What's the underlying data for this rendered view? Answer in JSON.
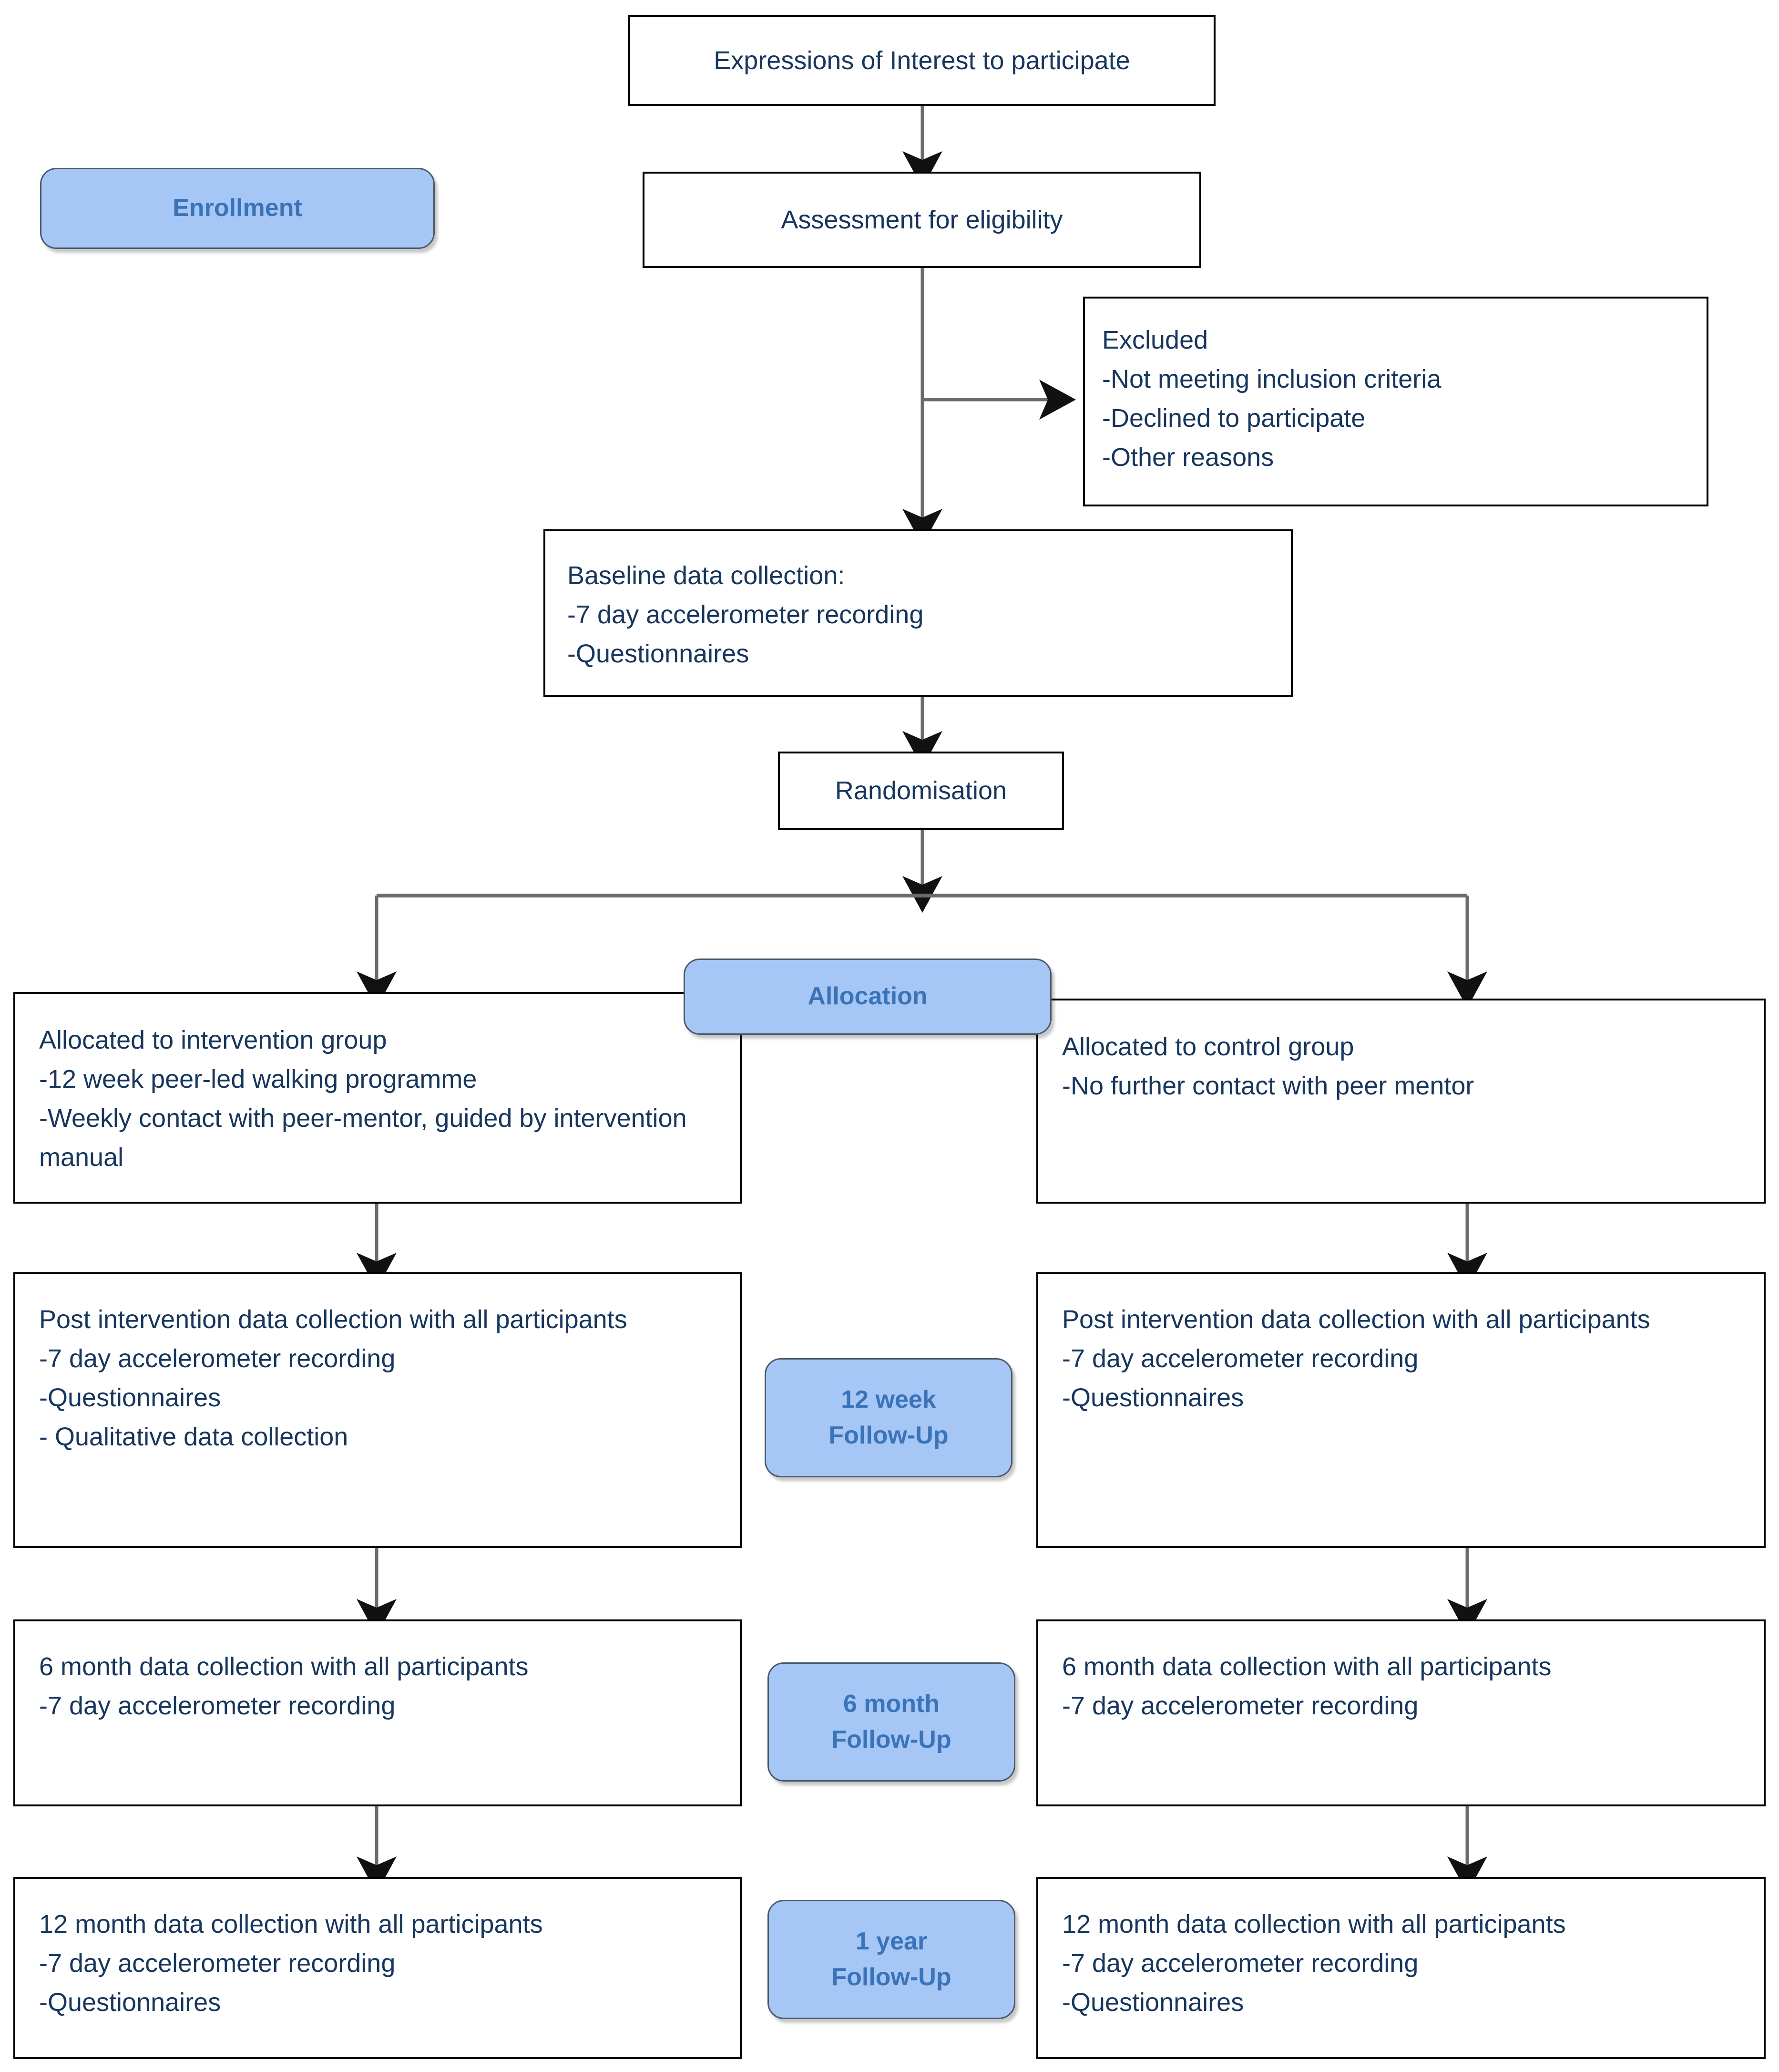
{
  "diagram": {
    "title": "CONSORT participant flow diagram",
    "colors": {
      "box_border": "#000000",
      "box_fill": "#ffffff",
      "text": "#17365d",
      "badge_fill": "#a6c6f5",
      "badge_text": "#3a73b8",
      "badge_border": "#4a5a6a",
      "connector": "#595959"
    }
  },
  "stages": {
    "enrollment": {
      "label": "Enrollment"
    },
    "allocation": {
      "label": "Allocation"
    },
    "followup_12week": {
      "line1": "12 week",
      "line2": "Follow-Up"
    },
    "followup_6month": {
      "line1": "6 month",
      "line2": "Follow-Up"
    },
    "followup_1year": {
      "line1": "1 year",
      "line2": "Follow-Up"
    }
  },
  "nodes": {
    "expressions_of_interest": {
      "lines": [
        "Expressions of Interest to participate"
      ]
    },
    "assessment_for_eligibility": {
      "lines": [
        "Assessment for eligibility"
      ]
    },
    "excluded": {
      "lines": [
        "Excluded",
        "-Not meeting inclusion criteria",
        "-Declined to participate",
        "-Other reasons"
      ]
    },
    "baseline_data_collection": {
      "lines": [
        "Baseline data collection:",
        "-7 day accelerometer recording",
        "-Questionnaires"
      ]
    },
    "randomisation": {
      "lines": [
        "Randomisation"
      ]
    },
    "intervention_allocated": {
      "lines": [
        "Allocated to intervention group",
        "-12 week peer-led walking programme",
        "-Weekly contact with peer-mentor, guided by intervention manual"
      ]
    },
    "control_allocated": {
      "lines": [
        "Allocated to control group",
        "-No further contact with peer mentor"
      ]
    },
    "intervention_post": {
      "lines": [
        "Post intervention data collection with all participants",
        "-7 day accelerometer recording",
        "-Questionnaires",
        "- Qualitative data collection"
      ]
    },
    "control_post": {
      "lines": [
        "Post intervention data collection with all participants",
        "-7 day accelerometer recording",
        "-Questionnaires"
      ]
    },
    "intervention_6month": {
      "lines": [
        "6 month data collection with all participants",
        "-7 day accelerometer recording"
      ]
    },
    "control_6month": {
      "lines": [
        "6 month data collection with all participants",
        "-7 day accelerometer recording"
      ]
    },
    "intervention_12month": {
      "lines": [
        "12 month data collection with all participants",
        "-7 day accelerometer recording",
        "-Questionnaires"
      ]
    },
    "control_12month": {
      "lines": [
        "12 month data collection with all participants",
        "-7 day accelerometer recording",
        "-Questionnaires"
      ]
    }
  }
}
